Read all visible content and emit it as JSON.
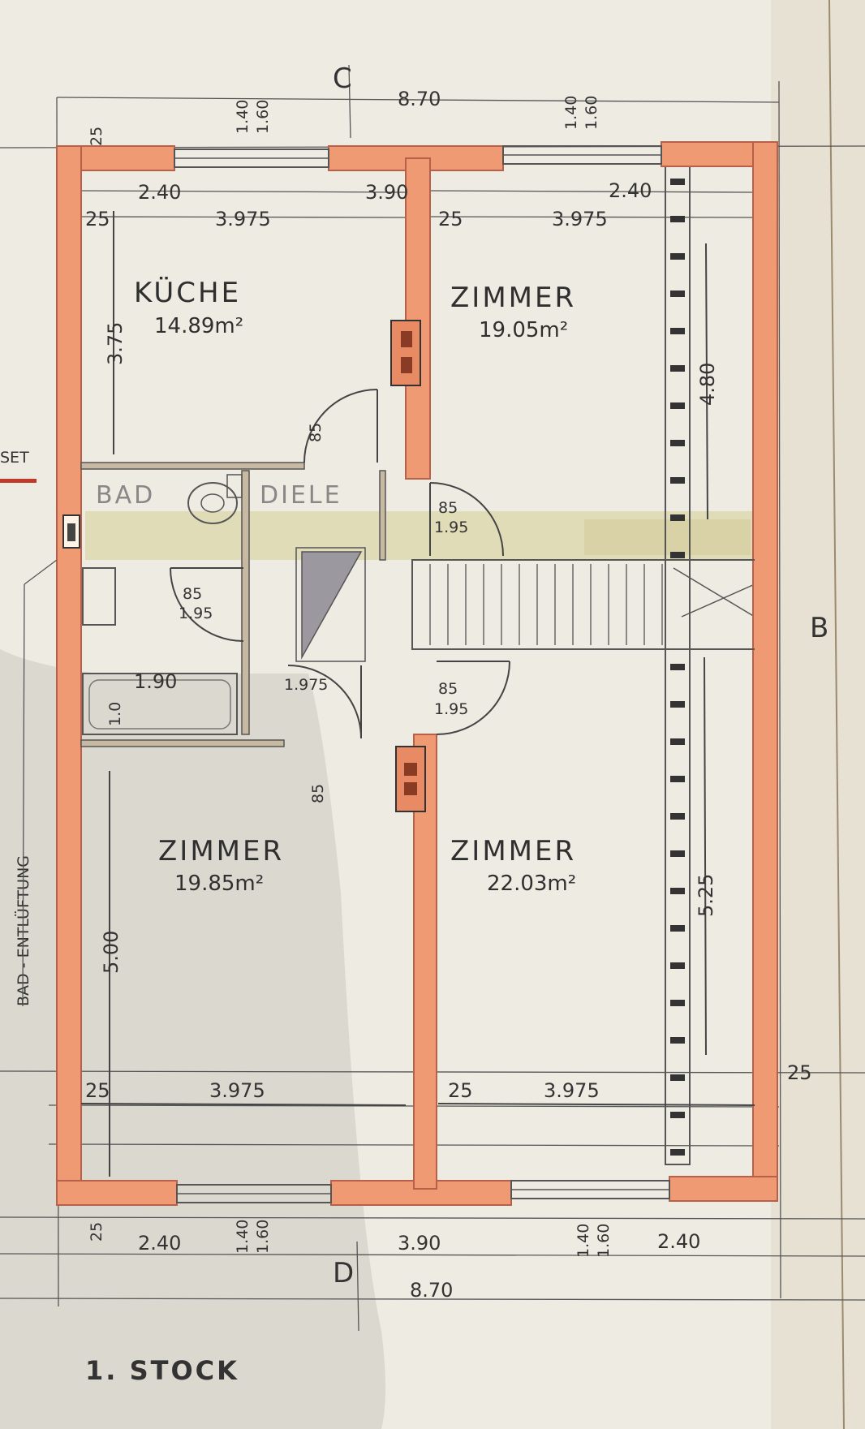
{
  "plan_title": "1. STOCK",
  "section_labels": {
    "top": "C",
    "bottom": "D",
    "right": "B"
  },
  "rooms": {
    "kitchen": {
      "name": "KÜCHE",
      "area": "14.89m²"
    },
    "room_ne": {
      "name": "ZIMMER",
      "area": "19.05m²"
    },
    "room_sw": {
      "name": "ZIMMER",
      "area": "19.85m²"
    },
    "room_se": {
      "name": "ZIMMER",
      "area": "22.03m²"
    },
    "bath": {
      "name": "BAD"
    },
    "hall": {
      "name": "DIELE"
    }
  },
  "dimensions": {
    "overall_top": "8.70",
    "overall_bottom": "8.70",
    "top_left_window": "2.40",
    "top_mid": "3.90",
    "top_right_window": "2.40",
    "bottom_left_window": "2.40",
    "bottom_mid": "3.90",
    "bottom_right_window": "2.40",
    "inner_width_kitchen": "3.975",
    "inner_width_room_ne": "3.975",
    "inner_width_room_sw": "3.975",
    "inner_width_room_se": "3.975",
    "wall_thickness": "25",
    "kitchen_depth": "3.75",
    "room_sw_depth": "5.00",
    "stair_upper": "4.80",
    "stair_lower": "5.25",
    "bath_tub_length": "1.90",
    "bath_detail": "1.0",
    "hall_width": "1.975",
    "door_width": "85",
    "door_height": "1.95",
    "window_sill": "1.40",
    "window_height": "1.60"
  },
  "side_note": "BAD - ENTLÜFTUNG",
  "edge_note": "SET"
}
